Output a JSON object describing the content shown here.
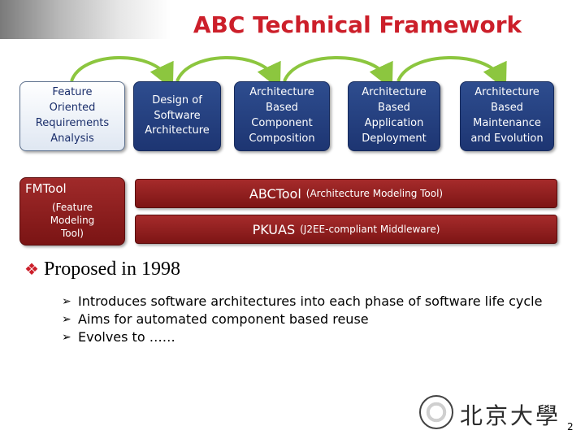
{
  "title": "ABC Technical Framework",
  "phases": [
    {
      "label": "Feature\nOriented\nRequirements\nAnalysis"
    },
    {
      "label": "Design of\nSoftware\nArchitecture"
    },
    {
      "label": "Architecture\nBased\nComponent\nComposition"
    },
    {
      "label": "Architecture\nBased\nApplication\nDeployment"
    },
    {
      "label": "Architecture\nBased\nMaintenance\nand Evolution"
    }
  ],
  "fmtool": {
    "name": "FMTool",
    "description": "(Feature\nModeling\nTool)"
  },
  "abctool": {
    "name": "ABCTool",
    "description": "(Architecture Modeling Tool)"
  },
  "pkuas": {
    "name": "PKUAS",
    "description": "(J2EE-compliant Middleware)"
  },
  "heading": "Proposed in 1998",
  "heading_marker": "❖",
  "bullet_marker": "➢",
  "bullets": [
    "Introduces software architectures into each phase of software life cycle",
    "Aims for automated component based reuse",
    "Evolves to ……"
  ],
  "university_name": "北京大學",
  "page_number": "2",
  "colors": {
    "title": "#cc1f2a",
    "tool_bar": "#8b1a1a",
    "phase_box_text": "#1a2e6b",
    "arrow": "#8cc63f"
  }
}
